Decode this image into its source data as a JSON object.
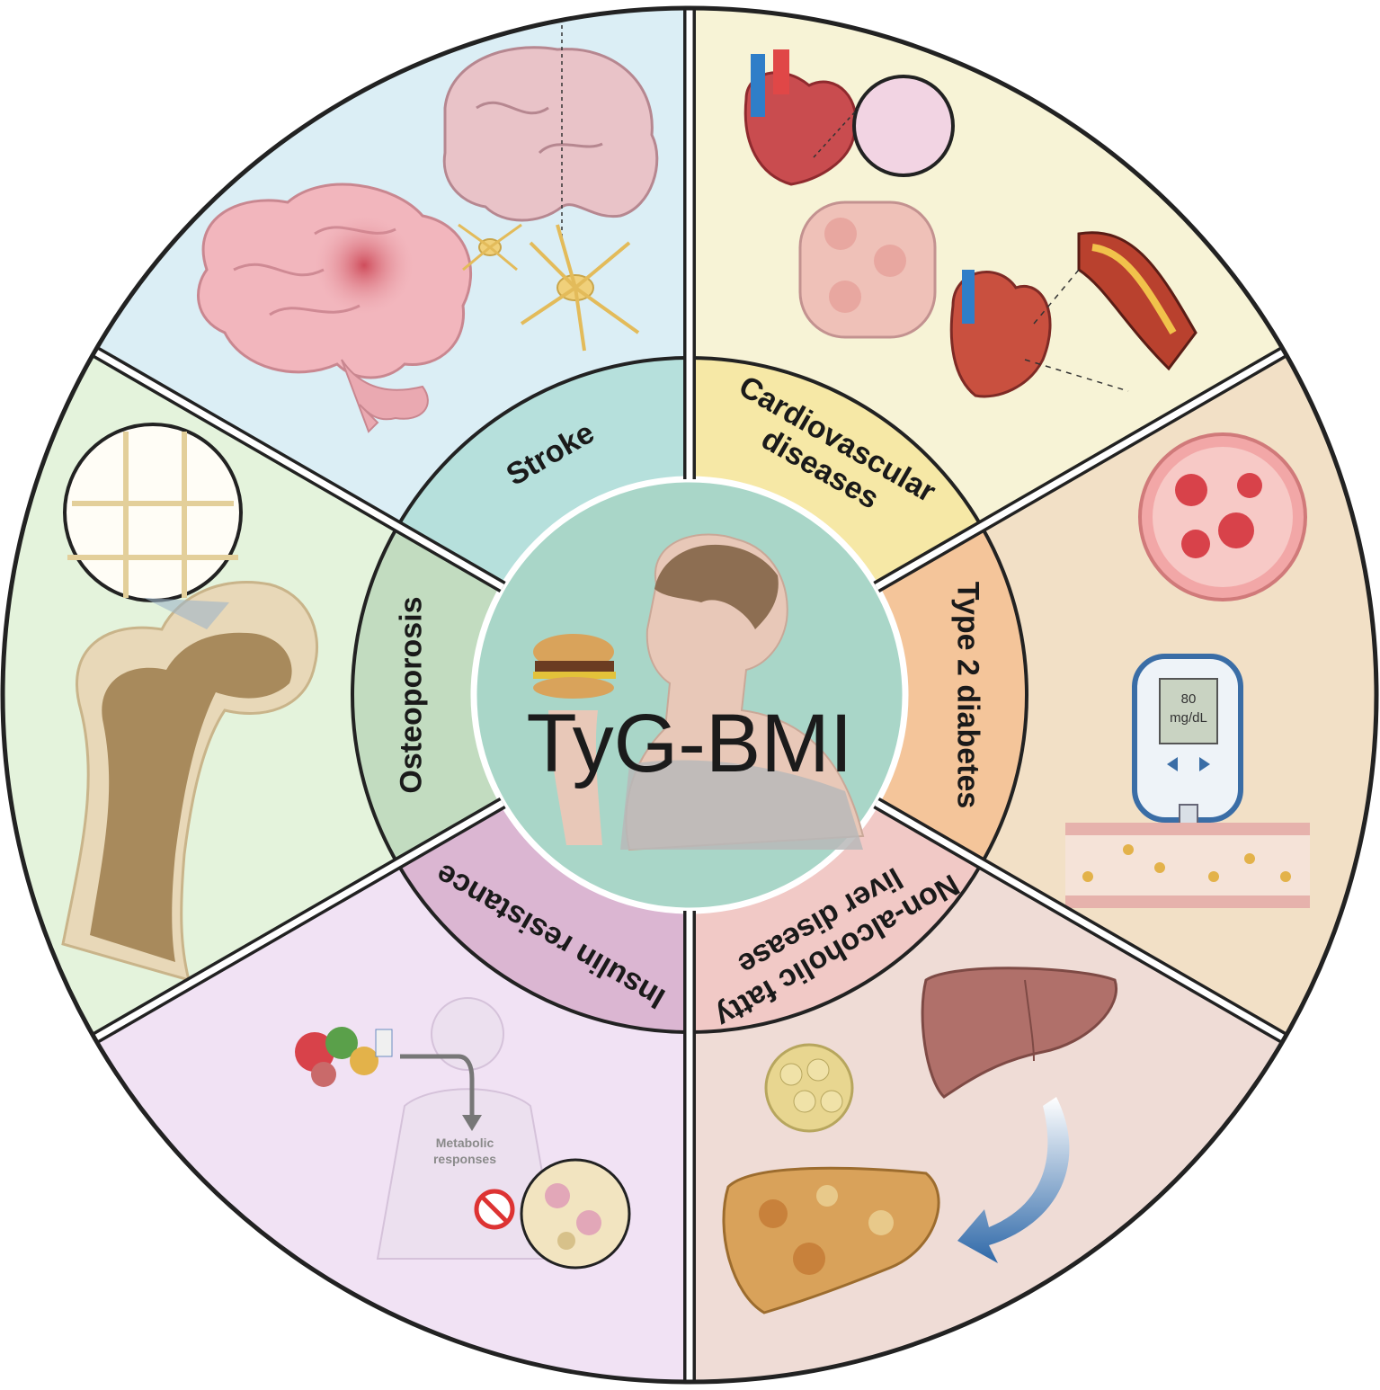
{
  "center": {
    "title": "TyG-BMI"
  },
  "segments": [
    {
      "id": "stroke",
      "label_lines": [
        "Stroke"
      ],
      "outer_color": "#dbeef5",
      "inner_color": "#b6e0dc",
      "illustration": "brain-icon"
    },
    {
      "id": "cardio",
      "label_lines": [
        "Cardiovascular",
        "diseases"
      ],
      "outer_color": "#f7f3d6",
      "inner_color": "#f6e8a6",
      "illustration": "heart-icon"
    },
    {
      "id": "t2d",
      "label_lines": [
        "Type 2 diabetes"
      ],
      "outer_color": "#f2e0c6",
      "inner_color": "#f4c59a",
      "illustration": "glucometer-icon"
    },
    {
      "id": "nafld",
      "label_lines": [
        "Non-alcoholic fatty",
        "liver disease"
      ],
      "outer_color": "#efdcd6",
      "inner_color": "#f1c9c6",
      "illustration": "liver-icon"
    },
    {
      "id": "ir",
      "label_lines": [
        "Insulin resistance"
      ],
      "outer_color": "#f1e2f4",
      "inner_color": "#dbb6d2",
      "illustration": "body-silhouette-icon"
    },
    {
      "id": "osteo",
      "label_lines": [
        "Osteoporosis"
      ],
      "outer_color": "#e4f3dc",
      "inner_color": "#c2dcc0",
      "illustration": "bone-icon"
    }
  ],
  "illustrations": {
    "glucometer_value": "80",
    "glucometer_unit": "mg/dL",
    "metabolic_label_1": "Metabolic",
    "metabolic_label_2": "responses"
  }
}
